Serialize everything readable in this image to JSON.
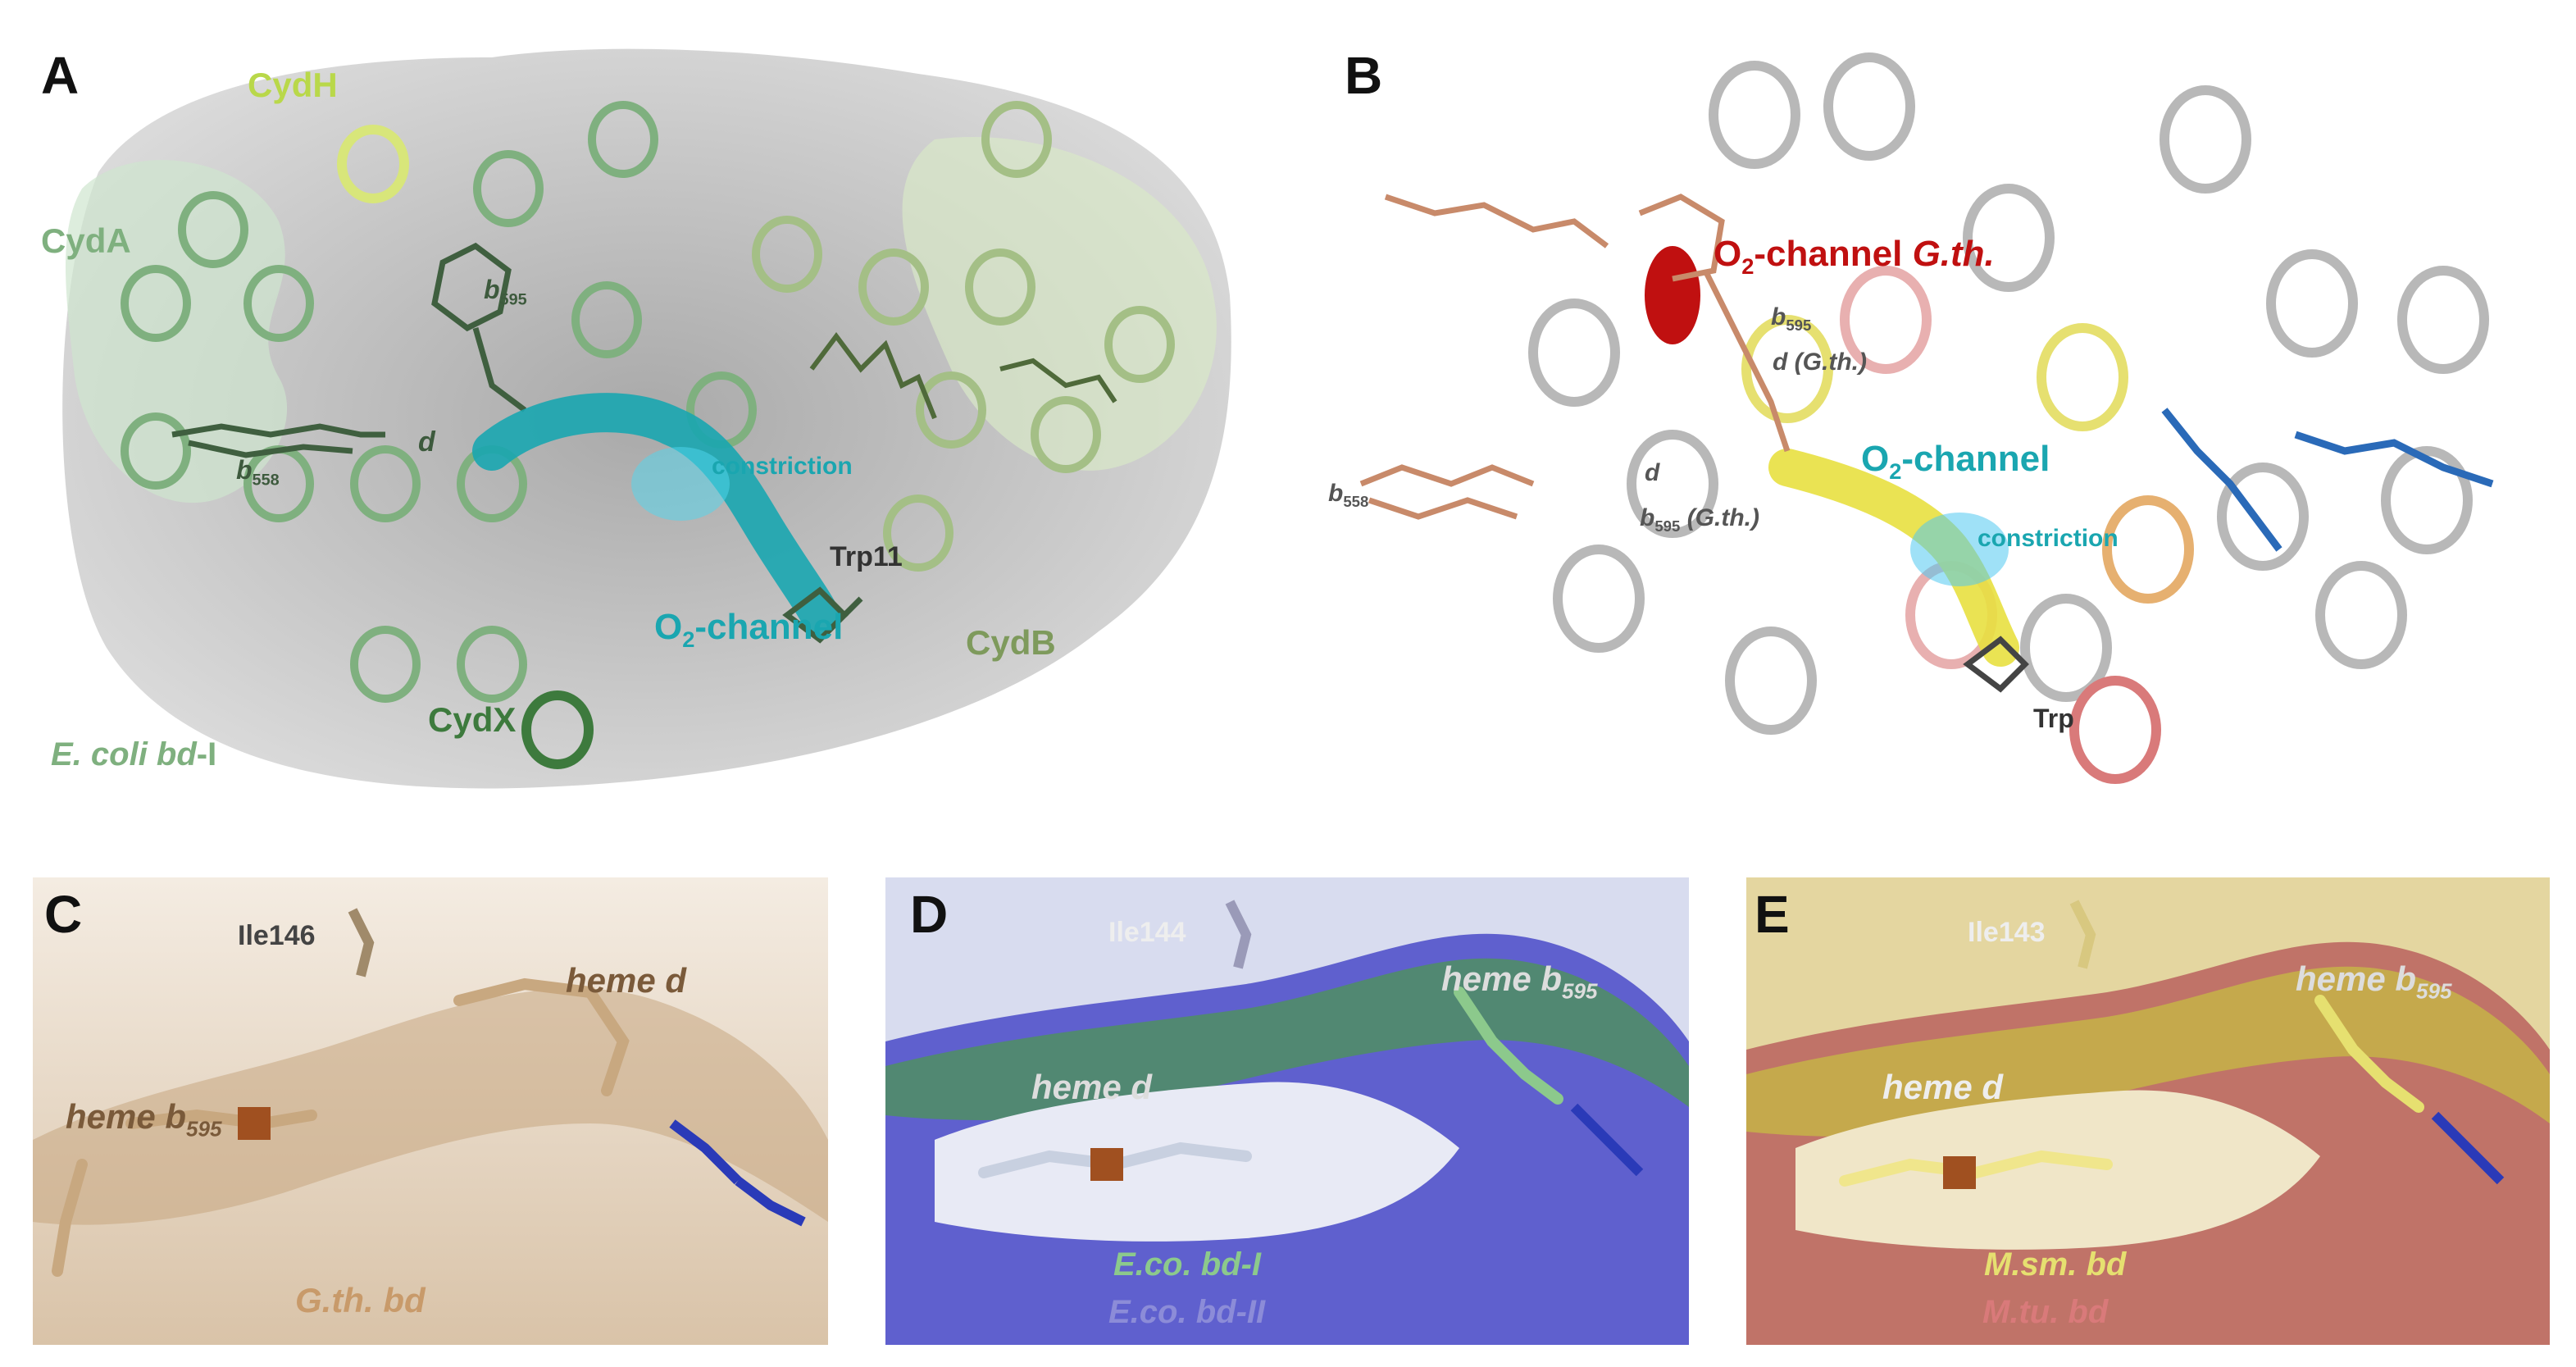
{
  "colors": {
    "cydA": "#7fb07f",
    "cydB": "#7e9a5c",
    "cydX": "#3d7a3d",
    "cydH": "#b9d84a",
    "channel": "#1aa6b0",
    "red": "#c01010",
    "gth": "#d8b48c",
    "ecoI": "#8cc98c",
    "ecoII": "#8c8cd8",
    "msm": "#e6e070",
    "mtu": "#d97a7a"
  },
  "panelA": {
    "letter": "A",
    "cydH": "CydH",
    "cydA": "CydA",
    "b595_base": "b",
    "b595_sub": "595",
    "d": "d",
    "b558_base": "b",
    "b558_sub": "558",
    "constriction": "constriction",
    "trp11": "Trp11",
    "o2_pre": "O",
    "o2_sub": "2",
    "o2_post": "-channel",
    "cydB": "CydB",
    "cydX": "CydX",
    "species_it": "E. coli bd",
    "species_post": "-I"
  },
  "panelB": {
    "letter": "B",
    "o2_gth_pre": "O",
    "o2_gth_sub": "2",
    "o2_gth_mid": "-channel ",
    "o2_gth_it": "G.th.",
    "b595_base": "b",
    "b595_sub": "595",
    "d_gth_base": "d",
    "d_gth_par": " (G.th.)",
    "b558_base": "b",
    "b558_sub": "558",
    "d": "d",
    "b595_gth_base": "b",
    "b595_gth_sub": "595",
    "b595_gth_par": " (G.th.)",
    "o2_pre": "O",
    "o2_sub": "2",
    "o2_post": "-channel",
    "constriction": "constriction",
    "trp": "Trp"
  },
  "panelC": {
    "letter": "C",
    "ile": "Ile146",
    "heme_d": "heme d",
    "heme_b_base": "heme b",
    "heme_b_sub": "595",
    "species": "G.th. bd"
  },
  "panelD": {
    "letter": "D",
    "ile": "Ile144",
    "heme_b_base": "heme b",
    "heme_b_sub": "595",
    "heme_d": "heme d",
    "species1": "E.co. bd-I",
    "species2": "E.co. bd-II"
  },
  "panelE": {
    "letter": "E",
    "ile": "Ile143",
    "heme_b_base": "heme b",
    "heme_b_sub": "595",
    "heme_d": "heme d",
    "species1": "M.sm. bd",
    "species2": "M.tu. bd"
  }
}
